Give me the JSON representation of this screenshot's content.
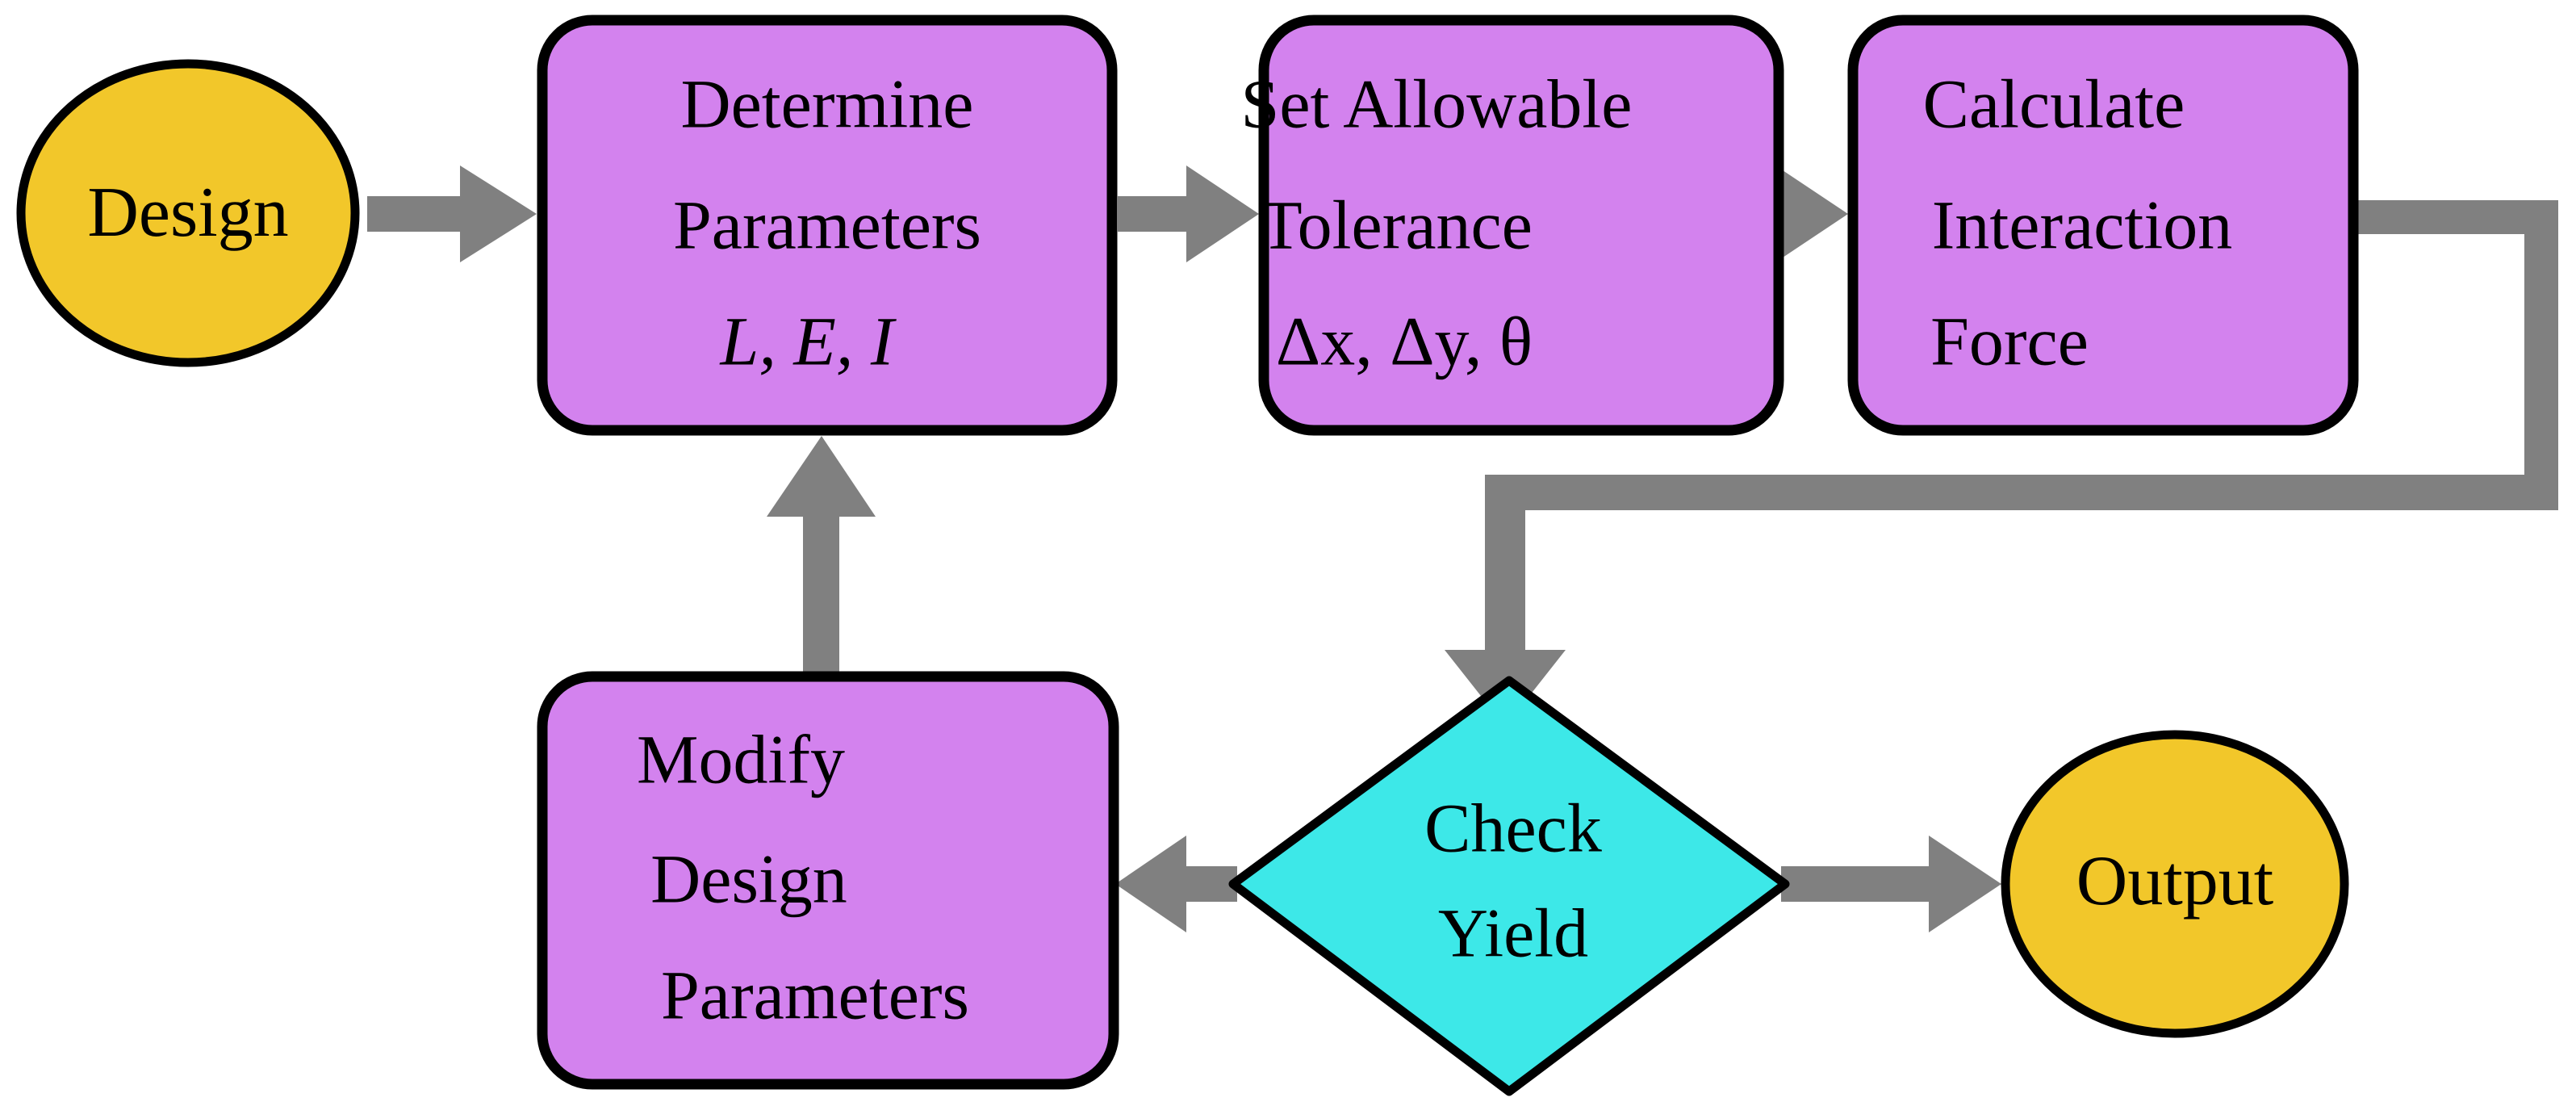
{
  "diagram": {
    "title": "Design Yield Flowchart",
    "background_color": "#FFFFFF",
    "palette": {
      "process_fill": "#D382EE",
      "terminator_fill": "#F2C72A",
      "decision_fill": "#3DE8E8",
      "stroke": "#000000",
      "connector": "#808080"
    },
    "nodes": [
      {
        "id": "design",
        "type": "terminator",
        "shape": "ellipse",
        "fill": "#F2C72A",
        "lines": [
          "Design"
        ]
      },
      {
        "id": "determine-parameters",
        "type": "process",
        "shape": "rounded-rect",
        "fill": "#D382EE",
        "lines": [
          "Determine",
          "Parameters",
          "L, E, I"
        ],
        "italic_lines": [
          2
        ]
      },
      {
        "id": "set-allowable-tolerance",
        "type": "process",
        "shape": "rounded-rect",
        "fill": "#D382EE",
        "lines": [
          "Set Allowable",
          "Tolerance",
          "Δx, Δy, θ"
        ],
        "italic_lines": []
      },
      {
        "id": "calculate-interaction-force",
        "type": "process",
        "shape": "rounded-rect",
        "fill": "#D382EE",
        "lines": [
          "Calculate",
          "Interaction",
          "Force"
        ],
        "italic_lines": []
      },
      {
        "id": "modify-design-parameters",
        "type": "process",
        "shape": "rounded-rect",
        "fill": "#D382EE",
        "lines": [
          "Modify",
          "Design",
          "Parameters"
        ],
        "italic_lines": []
      },
      {
        "id": "check-yield",
        "type": "decision",
        "shape": "diamond",
        "fill": "#3DE8E8",
        "lines": [
          "Check",
          "Yield"
        ],
        "italic_lines": []
      },
      {
        "id": "output",
        "type": "terminator",
        "shape": "ellipse",
        "fill": "#F2C72A",
        "lines": [
          "Output"
        ]
      }
    ],
    "edges": [
      {
        "id": "design-to-determine",
        "from": "design",
        "to": "determine-parameters",
        "direction": "right"
      },
      {
        "id": "determine-to-tolerance",
        "from": "determine-parameters",
        "to": "set-allowable-tolerance",
        "direction": "right"
      },
      {
        "id": "tolerance-to-force",
        "from": "set-allowable-tolerance",
        "to": "calculate-interaction-force",
        "direction": "right"
      },
      {
        "id": "force-to-check",
        "from": "calculate-interaction-force",
        "to": "check-yield",
        "direction": "down",
        "routing": "right-down-left-down"
      },
      {
        "id": "check-to-modify",
        "from": "check-yield",
        "to": "modify-design-parameters",
        "direction": "left"
      },
      {
        "id": "check-to-output",
        "from": "check-yield",
        "to": "output",
        "direction": "right"
      },
      {
        "id": "modify-to-determine",
        "from": "modify-design-parameters",
        "to": "determine-parameters",
        "direction": "up"
      }
    ]
  },
  "labels": {
    "design": "Design",
    "determine_l1": "Determine",
    "determine_l2": "Parameters",
    "determine_l3": "L, E, I",
    "tolerance_l1": "Set Allowable",
    "tolerance_l2": "Tolerance",
    "tolerance_l3": "Δx, Δy, θ",
    "force_l1": "Calculate",
    "force_l2": "Interaction",
    "force_l3": "Force",
    "modify_l1": "Modify",
    "modify_l2": "Design",
    "modify_l3": "Parameters",
    "check_l1": "Check",
    "check_l2": "Yield",
    "output": "Output"
  }
}
